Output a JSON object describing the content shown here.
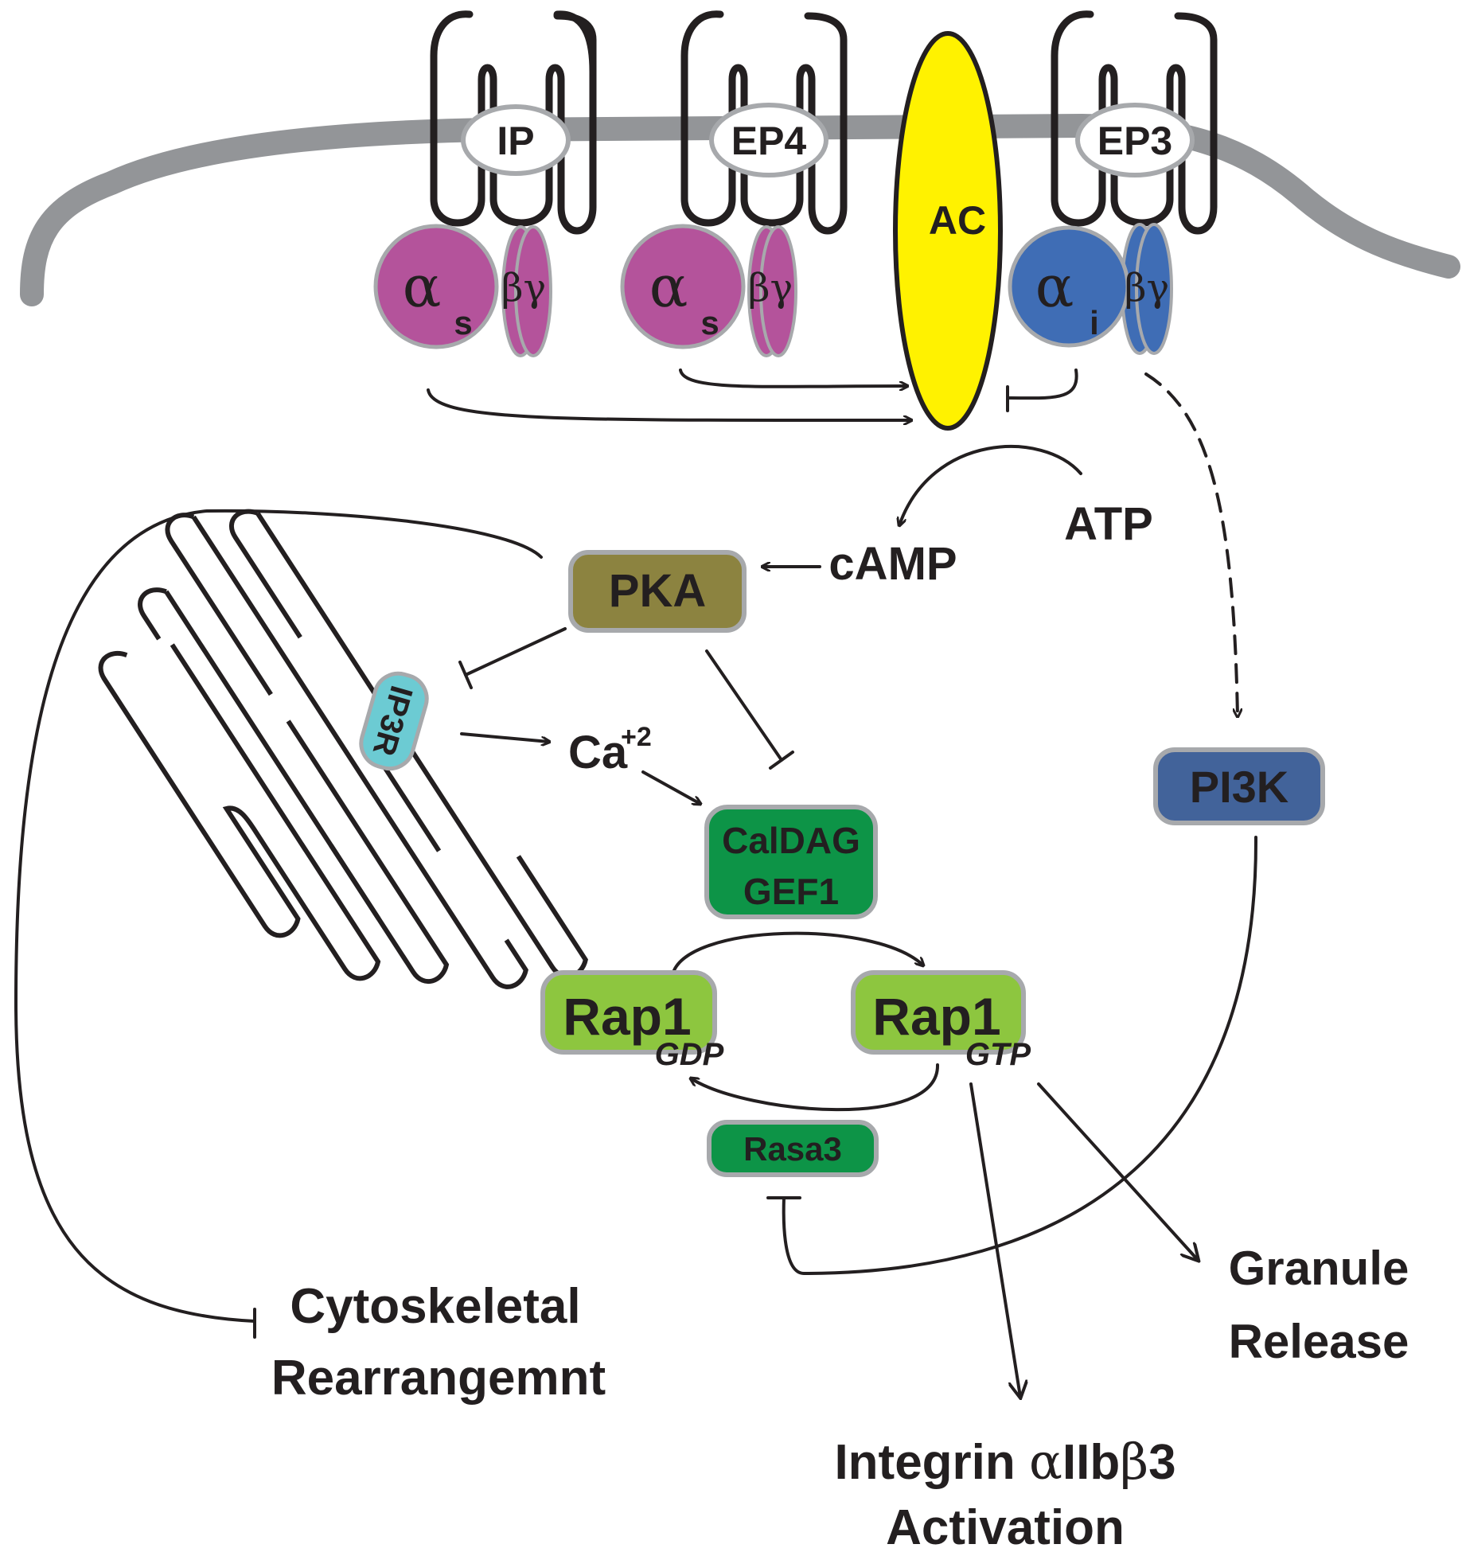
{
  "receptors": [
    {
      "name": "IP",
      "alpha": "α",
      "alpha_sub": "s",
      "bg": "βγ"
    },
    {
      "name": "EP4",
      "alpha": "α",
      "alpha_sub": "s",
      "bg": "βγ"
    },
    {
      "name": "EP3",
      "alpha": "α",
      "alpha_sub": "i",
      "bg": "βγ"
    }
  ],
  "nodes": {
    "ac": "AC",
    "atp": "ATP",
    "camp": "cAMP",
    "pka": "PKA",
    "ip3r": "IP3R",
    "ca": "Ca",
    "ca_charge": "+2",
    "caldag_line1": "CalDAG",
    "caldag_line2": "GEF1",
    "rap1_gdp": "Rap1",
    "gdp": "GDP",
    "rap1_gtp": "Rap1",
    "gtp": "GTP",
    "rasa3": "Rasa3",
    "pi3k": "PI3K"
  },
  "outputs": {
    "cyto_line1": "Cytoskeletal",
    "cyto_line2": "Rearrangemnt",
    "granule_line1": "Granule",
    "granule_line2": "Release",
    "integrin_prefix": "Integrin ",
    "integrin_alpha": "α",
    "integrin_mid": "IIb",
    "integrin_beta": "β",
    "integrin_suffix": "3",
    "integrin_line2": "Activation"
  },
  "colors": {
    "membrane": "#939598",
    "gs_alpha": "#b4539b",
    "gi_alpha": "#3f6db5",
    "ac": "#fff200",
    "pka": "#8c8340",
    "ip3r": "#6ccbd3",
    "caldag": "#0d9447",
    "rap1": "#8dc63f",
    "rasa3": "#0d9447",
    "pi3k": "#42639a",
    "outline": "#a7a9ac"
  }
}
